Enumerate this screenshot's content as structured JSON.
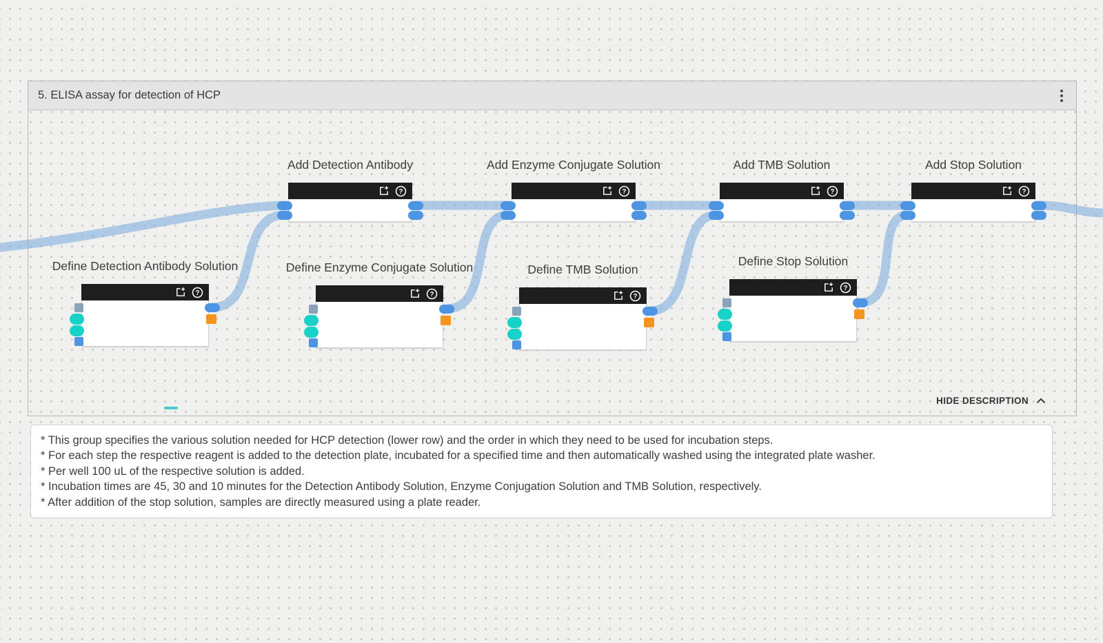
{
  "group": {
    "title": "5. ELISA assay for detection of HCP",
    "hide_description_label": "HIDE DESCRIPTION"
  },
  "nodes": {
    "top_row": [
      {
        "label": "Add Detection Antibody"
      },
      {
        "label": "Add Enzyme Conjugate Solution"
      },
      {
        "label": "Add TMB Solution"
      },
      {
        "label": "Add Stop Solution"
      }
    ],
    "bottom_row": [
      {
        "label": "Define Detection Antibody Solution"
      },
      {
        "label": "Define Enzyme Conjugate Solution"
      },
      {
        "label": "Define TMB Solution"
      },
      {
        "label": "Define Stop Solution"
      }
    ],
    "ports": {
      "add_nodes": {
        "left": [
          "blue",
          "blue"
        ],
        "right": [
          "blue",
          "blue"
        ]
      },
      "define_nodes": {
        "left": [
          "gray",
          "teal",
          "teal",
          "blue"
        ],
        "right": [
          "blue",
          "orange"
        ]
      }
    }
  },
  "icons": {
    "node_header": [
      "export-icon",
      "help-icon"
    ],
    "group_menu": "kebab-menu-icon",
    "hide_description_chevron": "chevron-up-icon"
  },
  "description": {
    "lines": [
      "* This group specifies the various solution needed for HCP detection (lower row) and the order in which they need to be used for incubation steps.",
      "* For each step the respective reagent is added to the detection plate, incubated for a specified time and then automatically washed using the integrated plate washer.",
      "* Per well 100 uL of the respective solution is added.",
      "* Incubation times are 45, 30 and 10 minutes for the Detection Antibody Solution, Enzyme Conjugation Solution and TMB Solution, respectively.",
      "* After addition of the stop solution, samples are directly measured using a plate reader."
    ]
  },
  "colors": {
    "canvas_bg": "#f0f0ef",
    "node_header_bg": "#1e1e1e",
    "wire": "#78aadf",
    "port_blue": "#4d95e2",
    "port_teal": "#17d2c6",
    "port_gray": "#8ba3b8",
    "port_orange": "#f69420"
  }
}
